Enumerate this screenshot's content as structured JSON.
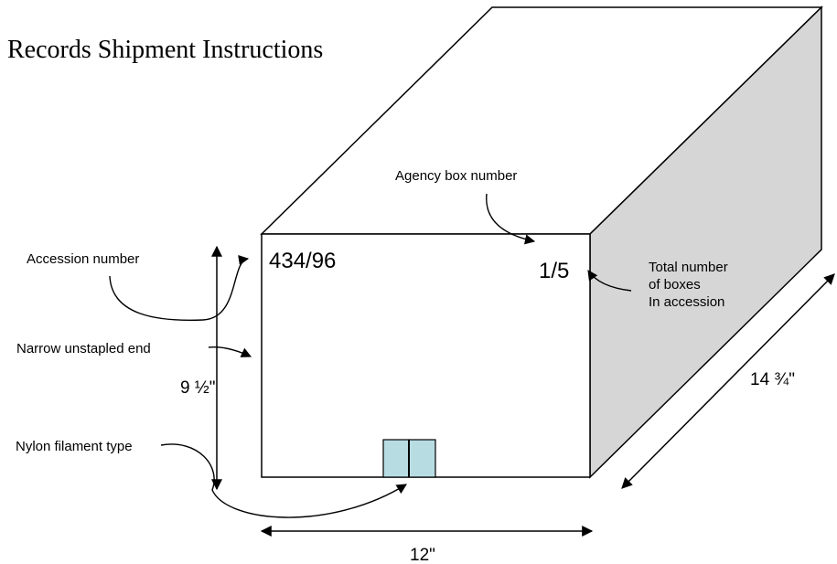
{
  "title": "Records Shipment Instructions",
  "box_front": {
    "accession_value": "434/96",
    "box_count_value": "1/5"
  },
  "callouts": {
    "agency_box_number": "Agency box number",
    "accession_number": "Accession number",
    "total_number_line1": "Total number",
    "total_number_line2": "of boxes",
    "total_number_line3": "In accession",
    "narrow_unstapled_end": "Narrow unstapled end",
    "nylon_filament_type": "Nylon filament type"
  },
  "dimensions": {
    "height": "9 ½\"",
    "width": "12\"",
    "depth": "14 ¾\""
  },
  "colors": {
    "side_face": "#d6d6d6",
    "filament_strap": "#b7dde3",
    "stroke": "#000000"
  }
}
